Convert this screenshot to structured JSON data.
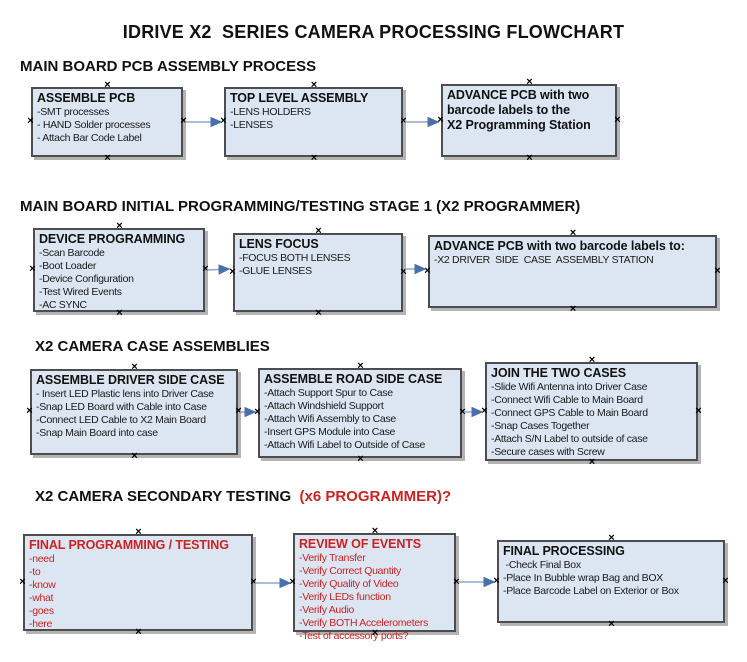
{
  "title": "IDRIVE X2  SERIES CAMERA PROCESSING FLOWCHART",
  "colors": {
    "box_fill": "#dce6f2",
    "box_border": "#4d4d4d",
    "red_text": "#cc2222",
    "connector_line": "#8ea6c8",
    "connector_arrowhead": "#4a6fad"
  },
  "sections": {
    "s1": {
      "heading": "MAIN BOARD PCB ASSEMBLY PROCESS"
    },
    "s2": {
      "heading": "MAIN BOARD INITIAL PROGRAMMING/TESTING STAGE 1 (X2 PROGRAMMER)"
    },
    "s3": {
      "heading": "X2 CAMERA CASE ASSEMBLIES"
    },
    "s4": {
      "heading_black": "X2 CAMERA SECONDARY TESTING  ",
      "heading_red": "(x6 PROGRAMMER)?"
    }
  },
  "boxes": {
    "b11": {
      "title": "ASSEMBLE PCB",
      "items": [
        "-SMT processes",
        "- HAND Solder processes",
        "- Attach Bar Code Label"
      ]
    },
    "b12": {
      "title": "TOP LEVEL ASSEMBLY",
      "items": [
        "-LENS HOLDERS",
        "-LENSES"
      ]
    },
    "b13": {
      "title": "ADVANCE PCB with two\nbarcode labels to the\n X2 Programming Station",
      "items": []
    },
    "b21": {
      "title": "DEVICE PROGRAMMING",
      "items": [
        "-Scan Barcode",
        "-Boot Loader",
        "-Device Configuration",
        "-Test Wired Events",
        "-AC SYNC"
      ]
    },
    "b22": {
      "title": "LENS FOCUS",
      "items": [
        "-FOCUS BOTH LENSES",
        "-GLUE LENSES"
      ]
    },
    "b23": {
      "title": "ADVANCE PCB with two barcode labels to:",
      "items": [
        "-X2 DRIVER  SIDE  CASE  ASSEMBLY STATION"
      ]
    },
    "b31": {
      "title": "ASSEMBLE DRIVER SIDE CASE",
      "items": [
        "- Insert LED Plastic lens into Driver Case",
        "-Snap LED Board with Cable into Case",
        "-Connect LED Cable to X2 Main Board",
        "-Snap Main Board into case"
      ]
    },
    "b32": {
      "title": "ASSEMBLE ROAD SIDE CASE",
      "items": [
        "-Attach Support Spur to Case",
        "-Attach Windshield Support",
        "-Attach Wifi Assembly to Case",
        "-Insert GPS Module into Case",
        "-Attach Wifi Label to Outside of Case"
      ]
    },
    "b33": {
      "title": "JOIN THE TWO CASES",
      "items": [
        "-Slide Wifi Antenna into Driver Case",
        "-Connect Wifi Cable to Main Board",
        "-Connect GPS Cable to Main Board",
        "-Snap Cases Together",
        "-Attach S/N Label to outside of case",
        "-Secure cases with Screw"
      ]
    },
    "b41": {
      "title": "FINAL PROGRAMMING / TESTING",
      "items": [
        "-need",
        "-to",
        "-know",
        "-what",
        "-goes",
        "-here"
      ]
    },
    "b42": {
      "title": "REVIEW OF EVENTS",
      "items": [
        "-Verify Transfer",
        "-Verify Correct Quantity",
        "-Verify Quality of Video",
        "-Verify LEDs function",
        "-Verify Audio",
        "-Verify BOTH Accelerometers",
        "-Test of accessory ports?"
      ]
    },
    "b43": {
      "title": "FINAL PROCESSING",
      "items": [
        " -Check Final Box",
        "-Place In Bubble wrap Bag and BOX",
        "-Place Barcode Label on Exterior or Box"
      ]
    }
  }
}
